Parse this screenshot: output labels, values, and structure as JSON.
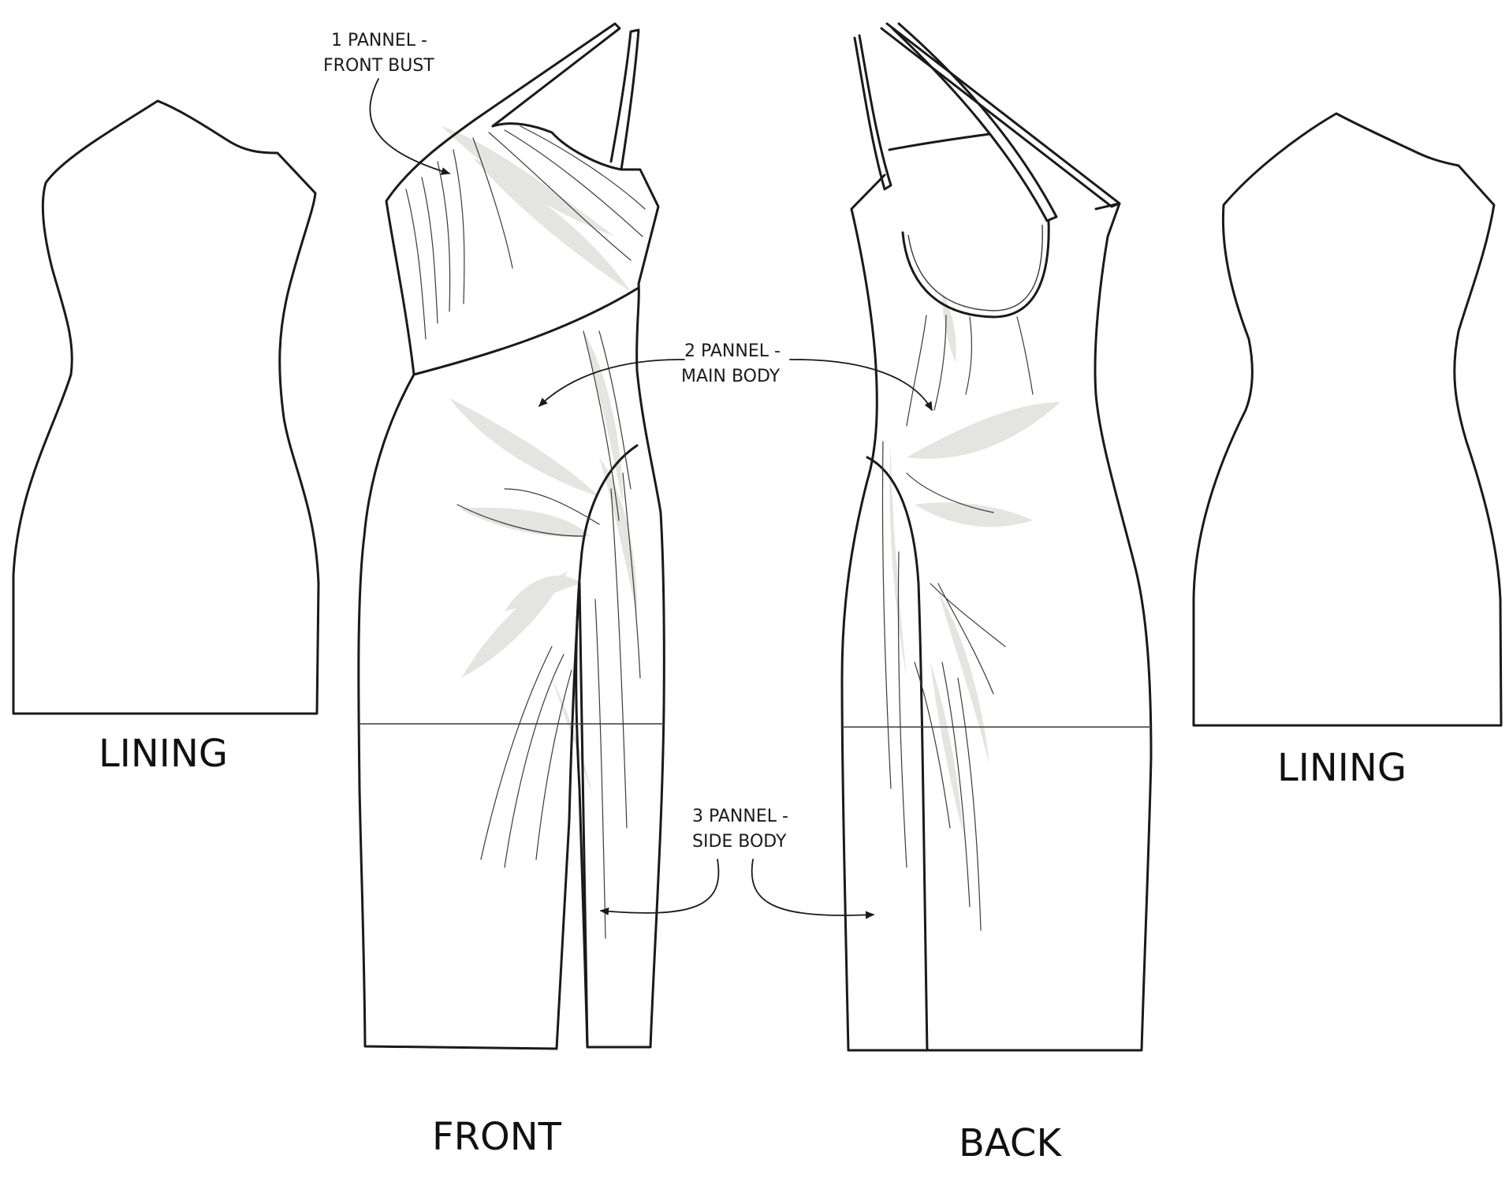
{
  "labels": {
    "lining_left": "LINING",
    "lining_right": "LINING",
    "front": "FRONT",
    "back": "BACK"
  },
  "callouts": {
    "panel1": {
      "line1": "1 PANNEL -",
      "line2": "FRONT BUST"
    },
    "panel2": {
      "line1": "2 PANNEL -",
      "line2": "MAIN BODY"
    },
    "panel3": {
      "line1": "3 PANNEL -",
      "line2": "SIDE BODY"
    }
  },
  "colors": {
    "outline": "#1a1a1a",
    "shading": "#e4e4e1",
    "background": "#ffffff"
  }
}
